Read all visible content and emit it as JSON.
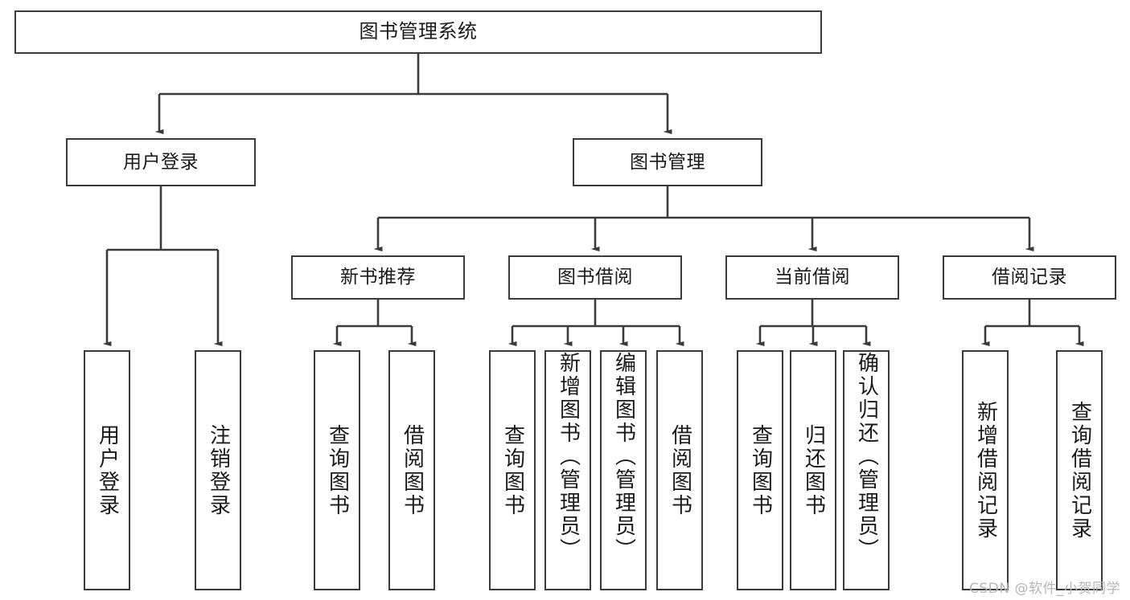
{
  "diagram": {
    "type": "tree",
    "title": "图书管理系统",
    "stroke_color": "#3b3b3b",
    "background_color": "#ffffff",
    "text_color": "#1a1a1a"
  },
  "root": {
    "label": "图书管理系统"
  },
  "level2": [
    {
      "label": "用户登录"
    },
    {
      "label": "图书管理"
    }
  ],
  "level3": [
    {
      "label": "新书推荐"
    },
    {
      "label": "图书借阅"
    },
    {
      "label": "当前借阅"
    },
    {
      "label": "借阅记录"
    }
  ],
  "leaves": {
    "user_login": [
      {
        "label": "用户登录"
      },
      {
        "label": "注销登录"
      }
    ],
    "new_book_recommend": [
      {
        "label": "查询图书"
      },
      {
        "label": "借阅图书"
      }
    ],
    "book_borrow": [
      {
        "label": "查询图书"
      },
      {
        "label": "新增图书（管理员）"
      },
      {
        "label": "编辑图书（管理员）"
      },
      {
        "label": "借阅图书"
      }
    ],
    "current_borrow": [
      {
        "label": "查询图书"
      },
      {
        "label": "归还图书"
      },
      {
        "label": "确认归还（管理员）"
      }
    ],
    "borrow_record": [
      {
        "label": "新增借阅记录"
      },
      {
        "label": "查询借阅记录"
      }
    ]
  },
  "watermark": {
    "text": "CSDN @软件_小贺同学",
    "color": "#b6b6b6"
  }
}
